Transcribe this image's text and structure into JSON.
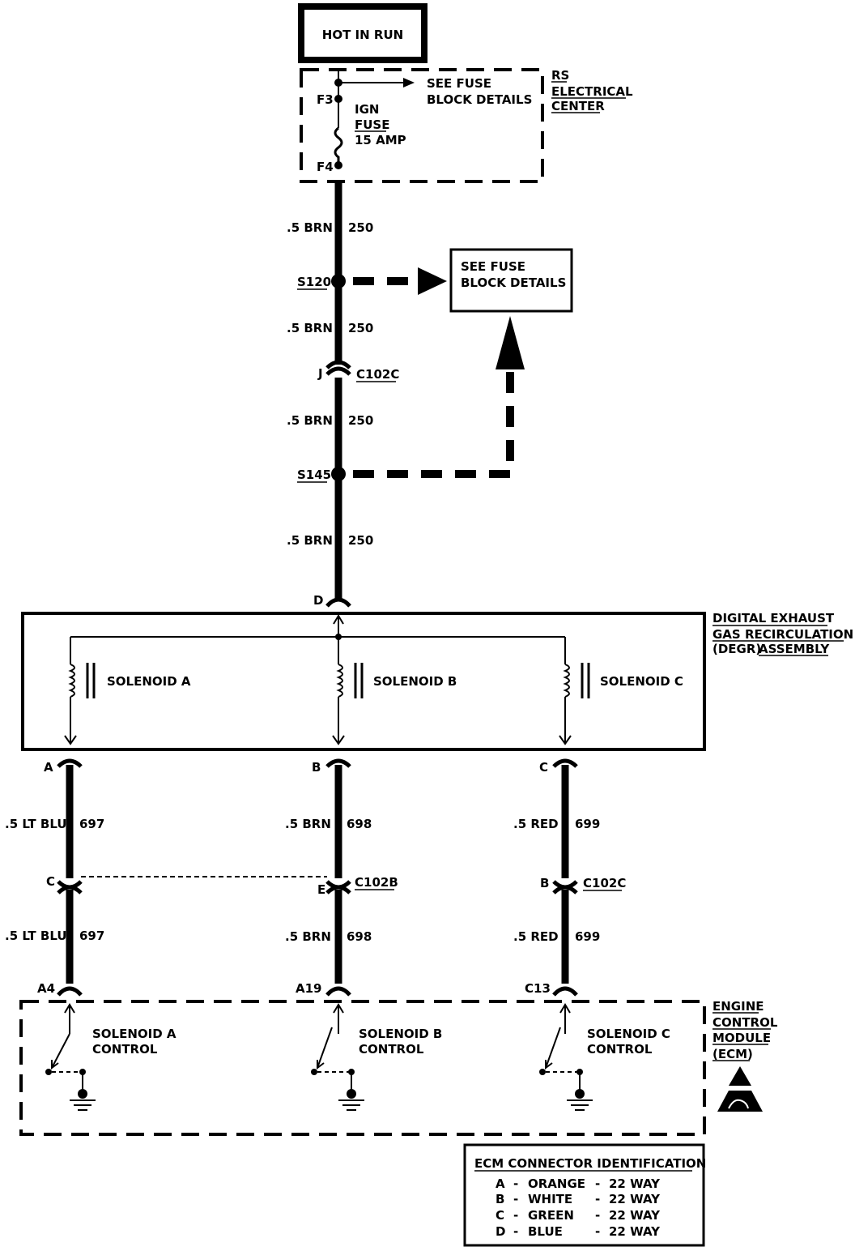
{
  "top_box": {
    "label": "HOT IN RUN"
  },
  "rs_center": {
    "label_line1": "RS",
    "label_line2": "ELECTRICAL",
    "label_line3": "CENTER",
    "see_fuse_line1": "SEE FUSE",
    "see_fuse_line2": "BLOCK DETAILS",
    "pin_f3": "F3",
    "pin_f4": "F4",
    "fuse_line1": "IGN",
    "fuse_line2": "FUSE",
    "fuse_line3": "15 AMP"
  },
  "main_wire": {
    "seg1_gauge": ".5 BRN",
    "seg1_circuit": "250",
    "splice1": "S120",
    "seg2_gauge": ".5 BRN",
    "seg2_circuit": "250",
    "conn_pin": "J",
    "conn_name": "C102C",
    "seg3_gauge": ".5 BRN",
    "seg3_circuit": "250",
    "splice2": "S145",
    "seg4_gauge": ".5 BRN",
    "seg4_circuit": "250",
    "degr_pin": "D"
  },
  "fuse_block_box": {
    "line1": "SEE FUSE",
    "line2": "BLOCK DETAILS"
  },
  "degr": {
    "label_line1": "DIGITAL EXHAUST",
    "label_line2": "GAS RECIRCULATION",
    "label_line3_a": "(DEGR)",
    "label_line3_b": "ASSEMBLY",
    "solenoid_a": "SOLENOID A",
    "solenoid_b": "SOLENOID B",
    "solenoid_c": "SOLENOID C"
  },
  "wire_a": {
    "pin": "A",
    "gauge1": ".5 LT BLU",
    "circuit1": "697",
    "conn_pin": "C",
    "gauge2": ".5 LT BLU",
    "circuit2": "697",
    "ecm_pin": "A4"
  },
  "wire_b": {
    "pin": "B",
    "gauge1": ".5 BRN",
    "circuit1": "698",
    "conn_pin": "E",
    "conn_name": "C102B",
    "gauge2": ".5 BRN",
    "circuit2": "698",
    "ecm_pin": "A19"
  },
  "wire_c": {
    "pin": "C",
    "gauge1": ".5 RED",
    "circuit1": "699",
    "conn_pin": "B",
    "conn_name": "C102C",
    "gauge2": ".5 RED",
    "circuit2": "699",
    "ecm_pin": "C13"
  },
  "ecm": {
    "label_line1": "ENGINE",
    "label_line2": "CONTROL",
    "label_line3": "MODULE",
    "label_line4": "(ECM)",
    "ctrl_a_line1": "SOLENOID A",
    "ctrl_a_line2": "CONTROL",
    "ctrl_b_line1": "SOLENOID B",
    "ctrl_b_line2": "CONTROL",
    "ctrl_c_line1": "SOLENOID C",
    "ctrl_c_line2": "CONTROL"
  },
  "ecm_table": {
    "title": "ECM CONNECTOR IDENTIFICATION",
    "rows": [
      {
        "letter": "A",
        "dash1": "-",
        "color": "ORANGE",
        "dash2": "-",
        "way": "22 WAY"
      },
      {
        "letter": "B",
        "dash1": "-",
        "color": "WHITE",
        "dash2": "-",
        "way": "22 WAY"
      },
      {
        "letter": "C",
        "dash1": "-",
        "color": "GREEN",
        "dash2": "-",
        "way": "22 WAY"
      },
      {
        "letter": "D",
        "dash1": "-",
        "color": "BLUE",
        "dash2": "-",
        "way": "22 WAY"
      }
    ]
  }
}
